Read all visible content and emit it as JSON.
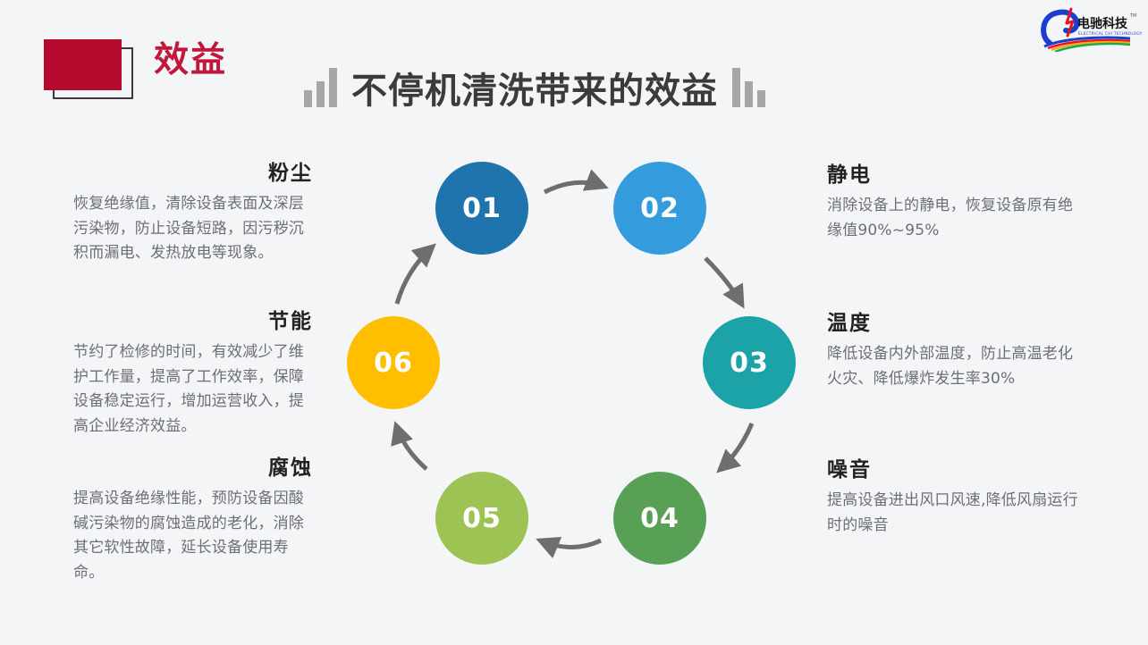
{
  "header": {
    "badge_label": "效益",
    "badge_fill_color": "#b50a2e",
    "title": "不停机清洗带来的效益",
    "left_decoration": "ascending-bars-icon",
    "right_decoration": "descending-bars-icon"
  },
  "logo": {
    "company_cn": "电驰科技",
    "company_en": "ELECTRICAL CHI TECHNOLOGY",
    "trademark": "TM"
  },
  "cycle": {
    "steps": [
      {
        "number": "01",
        "color": "#1f74ad"
      },
      {
        "number": "02",
        "color": "#349cdd"
      },
      {
        "number": "03",
        "color": "#1ba3a8"
      },
      {
        "number": "04",
        "color": "#58a055"
      },
      {
        "number": "05",
        "color": "#9dc355"
      },
      {
        "number": "06",
        "color": "#ffbf00"
      }
    ],
    "arrow_color": "#6e6e6e"
  },
  "blocks": {
    "dust": {
      "title": "粉尘",
      "body": "恢复绝缘值，清除设备表面及深层污染物，防止设备短路，因污秽沉积而漏电、发热放电等现象。"
    },
    "energy": {
      "title": "节能",
      "body": "节约了检修的时间，有效减少了维护工作量，提高了工作效率，保障设备稳定运行，增加运营收入，提高企业经济效益。"
    },
    "corrosion": {
      "title": "腐蚀",
      "body": "提高设备绝缘性能，预防设备因酸碱污染物的腐蚀造成的老化，消除其它软性故障，延长设备使用寿命。"
    },
    "static": {
      "title": "静电",
      "body": "消除设备上的静电，恢复设备原有绝缘值90%~95%"
    },
    "temperature": {
      "title": "温度",
      "body": "降低设备内外部温度，防止高温老化火灾、降低爆炸发生率30%"
    },
    "noise": {
      "title": "噪音",
      "body": "提高设备进出风口风速,降低风扇运行时的噪音"
    }
  }
}
